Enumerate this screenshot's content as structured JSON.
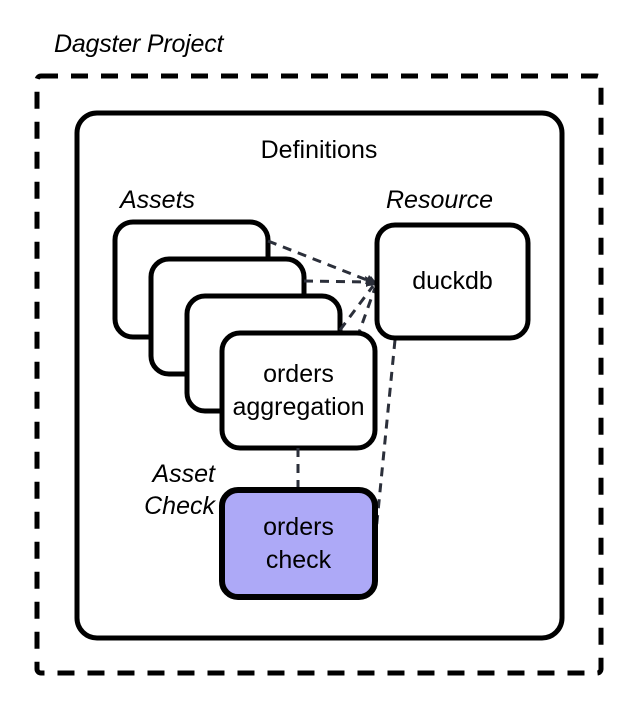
{
  "diagram": {
    "title": "Dagster Project",
    "container": {
      "label": "Definitions"
    },
    "groups": [
      {
        "name": "assets-group",
        "label": "Assets"
      },
      {
        "name": "resource-group",
        "label": "Resource"
      },
      {
        "name": "asset-check-group",
        "label": "Asset\nCheck"
      }
    ],
    "nodes": [
      {
        "id": "asset-card-back-3",
        "label": "",
        "shape": "rounded-rect",
        "fill": "#ffffff",
        "stroke": "#000000"
      },
      {
        "id": "asset-card-back-2",
        "label": "",
        "shape": "rounded-rect",
        "fill": "#ffffff",
        "stroke": "#000000"
      },
      {
        "id": "asset-card-back-1",
        "label": "",
        "shape": "rounded-rect",
        "fill": "#ffffff",
        "stroke": "#000000"
      },
      {
        "id": "orders-aggregation",
        "label_line1": "orders",
        "label_line2": "aggregation",
        "shape": "rounded-rect",
        "fill": "#ffffff",
        "stroke": "#000000"
      },
      {
        "id": "duckdb",
        "label": "duckdb",
        "shape": "rounded-rect",
        "fill": "#ffffff",
        "stroke": "#000000"
      },
      {
        "id": "orders-check",
        "label_line1": "orders",
        "label_line2": "check",
        "shape": "rounded-rect",
        "fill": "#ada9f7",
        "stroke": "#000000"
      }
    ],
    "edges": [
      {
        "from": "asset-card-back-3",
        "to": "duckdb",
        "style": "dashed",
        "arrow": true
      },
      {
        "from": "asset-card-back-2",
        "to": "duckdb",
        "style": "dashed",
        "arrow": true
      },
      {
        "from": "asset-card-back-1",
        "to": "duckdb",
        "style": "dashed",
        "arrow": true
      },
      {
        "from": "orders-aggregation",
        "to": "duckdb",
        "style": "dashed",
        "arrow": true
      },
      {
        "from": "orders-aggregation",
        "to": "orders-check",
        "style": "dashed",
        "arrow": false
      },
      {
        "from": "duckdb",
        "to": "orders-check",
        "style": "dashed",
        "arrow": false
      }
    ],
    "colors": {
      "background": "#ffffff",
      "stroke": "#000000",
      "edge": "#2b2f3a",
      "check_fill": "#ada9f7"
    }
  }
}
